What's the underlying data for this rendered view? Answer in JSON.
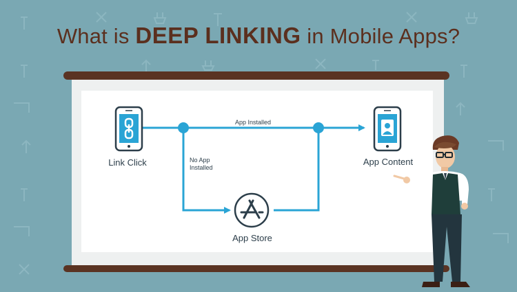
{
  "title": {
    "prefix": "What is ",
    "emphasis": "DEEP LINKING",
    "suffix": " in Mobile Apps?"
  },
  "colors": {
    "background": "#7aa8b3",
    "title": "#5b2f1e",
    "board_rail": "#5a3322",
    "board_frame": "#eef0f0",
    "board_inner": "#ffffff",
    "flow": "#2aa4d5",
    "phone_outline": "#2c3e4a"
  },
  "diagram": {
    "link_click": {
      "label": "Link Click",
      "icon": "chain-link-icon"
    },
    "app_content": {
      "label": "App Content",
      "icon": "user-profile-icon"
    },
    "app_store": {
      "label": "App Store",
      "icon": "app-store-icon"
    },
    "edge_installed": "App Installed",
    "edge_no_app_line1": "No App",
    "edge_no_app_line2": "Installed"
  }
}
